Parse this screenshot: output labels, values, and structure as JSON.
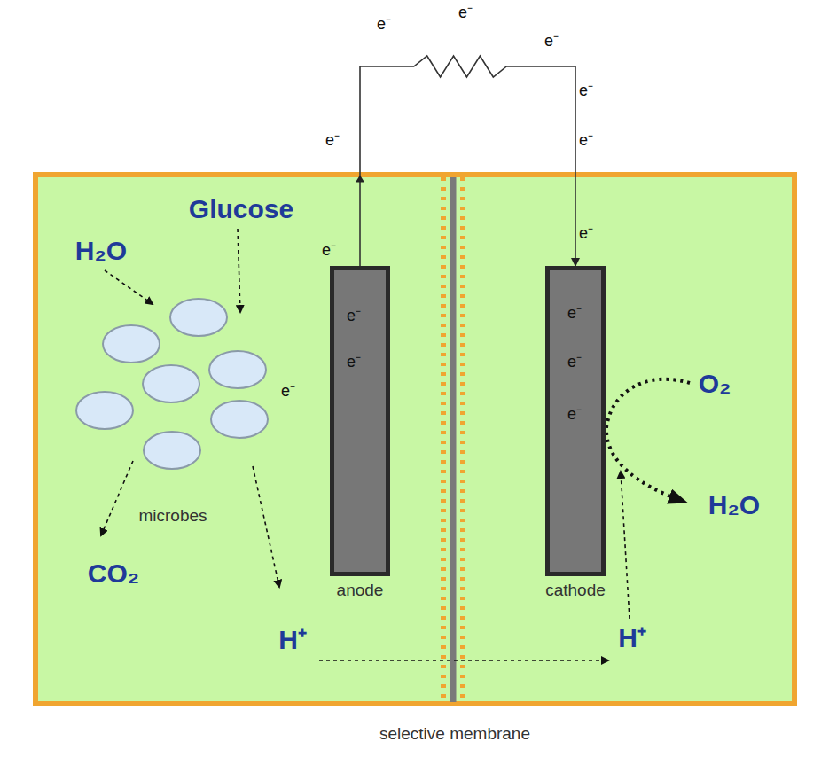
{
  "diagram": {
    "nodes": [
      {
        "text": [
          "anode"
        ]
      },
      {
        "text": [
          "cathode"
        ]
      }
    ],
    "edges": [
      {
        "from": 0,
        "to": 1,
        "arrow": "to"
      }
    ],
    "labels": [
      "Glucose",
      "H₂O",
      "microbes",
      "CO₂",
      "H⁺",
      "H⁺",
      "O₂",
      "H₂O",
      "selective membrane",
      "e⁻",
      "e⁻",
      "e⁻",
      "e⁻",
      "e⁻",
      "e⁻",
      "e⁻",
      "e⁻",
      "e⁻",
      "e⁻",
      "e⁻",
      "e⁻",
      "e⁻",
      "e⁻"
    ]
  }
}
